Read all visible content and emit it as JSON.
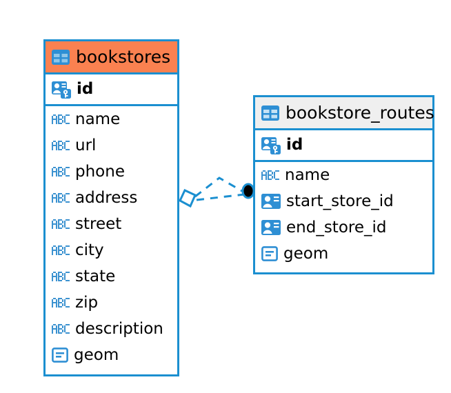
{
  "diagram": {
    "type": "entity-relationship-diagram",
    "background": "#ffffff",
    "colors": {
      "border": "#1b8fd0",
      "icon_blue": "#2e8fd4",
      "accent_header": "#fa8150",
      "plain_header": "#efefef",
      "text": "#000000",
      "connector": "#1b8fd0",
      "endpoint_dot": "#000000"
    },
    "entities": [
      {
        "name": "bookstores",
        "header_style": "accent",
        "header_icon": "table-icon",
        "fields": [
          {
            "name": "id",
            "icon": "primary-key-icon",
            "key": true
          },
          {
            "name": "name",
            "icon": "abc-text-icon",
            "key": false
          },
          {
            "name": "url",
            "icon": "abc-text-icon",
            "key": false
          },
          {
            "name": "phone",
            "icon": "abc-text-icon",
            "key": false
          },
          {
            "name": "address",
            "icon": "abc-text-icon",
            "key": false
          },
          {
            "name": "street",
            "icon": "abc-text-icon",
            "key": false
          },
          {
            "name": "city",
            "icon": "abc-text-icon",
            "key": false
          },
          {
            "name": "state",
            "icon": "abc-text-icon",
            "key": false
          },
          {
            "name": "zip",
            "icon": "abc-text-icon",
            "key": false
          },
          {
            "name": "description",
            "icon": "abc-text-icon",
            "key": false
          },
          {
            "name": "geom",
            "icon": "geometry-icon",
            "key": false
          }
        ]
      },
      {
        "name": "bookstore_routes",
        "header_style": "plain",
        "header_icon": "table-icon",
        "fields": [
          {
            "name": "id",
            "icon": "primary-key-icon",
            "key": true
          },
          {
            "name": "name",
            "icon": "abc-text-icon",
            "key": false
          },
          {
            "name": "start_store_id",
            "icon": "foreign-key-icon",
            "key": false
          },
          {
            "name": "end_store_id",
            "icon": "foreign-key-icon",
            "key": false
          },
          {
            "name": "geom",
            "icon": "geometry-icon",
            "key": false
          }
        ]
      }
    ],
    "relationship": {
      "from_entity": "bookstores",
      "to_entity": "bookstore_routes",
      "line_style": "dashed",
      "source_marker": "diamond",
      "target_marker": "filled-circle"
    }
  }
}
